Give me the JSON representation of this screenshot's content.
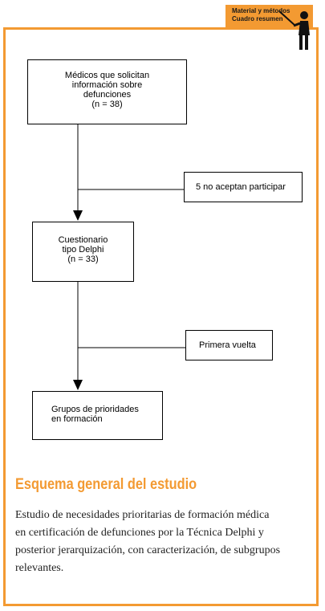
{
  "header": {
    "tab_line1": "Material y métodos",
    "tab_line2": "Cuadro resumen"
  },
  "flow": {
    "box1_lines": [
      "Médicos que solicitan",
      "información sobre",
      "defunciones",
      "(n = 38)"
    ],
    "side1": "5 no aceptan participar",
    "box2_lines": [
      "Cuestionario",
      "tipo Delphi",
      "(n = 33)"
    ],
    "side2": "Primera vuelta",
    "box3_lines": [
      "Grupos de prioridades",
      "en formación"
    ]
  },
  "summary": {
    "title": "Esquema general del estudio",
    "lines": [
      "Estudio de necesidades prioritarias de formación médica",
      "en certificación de defunciones por la Técnica Delphi y",
      "posterior jerarquización, con caracterización, de subgrupos",
      "relevantes."
    ]
  },
  "colors": {
    "accent": "#f39a32",
    "line": "#000000"
  },
  "icons": {
    "presenter": "presenter-icon"
  }
}
